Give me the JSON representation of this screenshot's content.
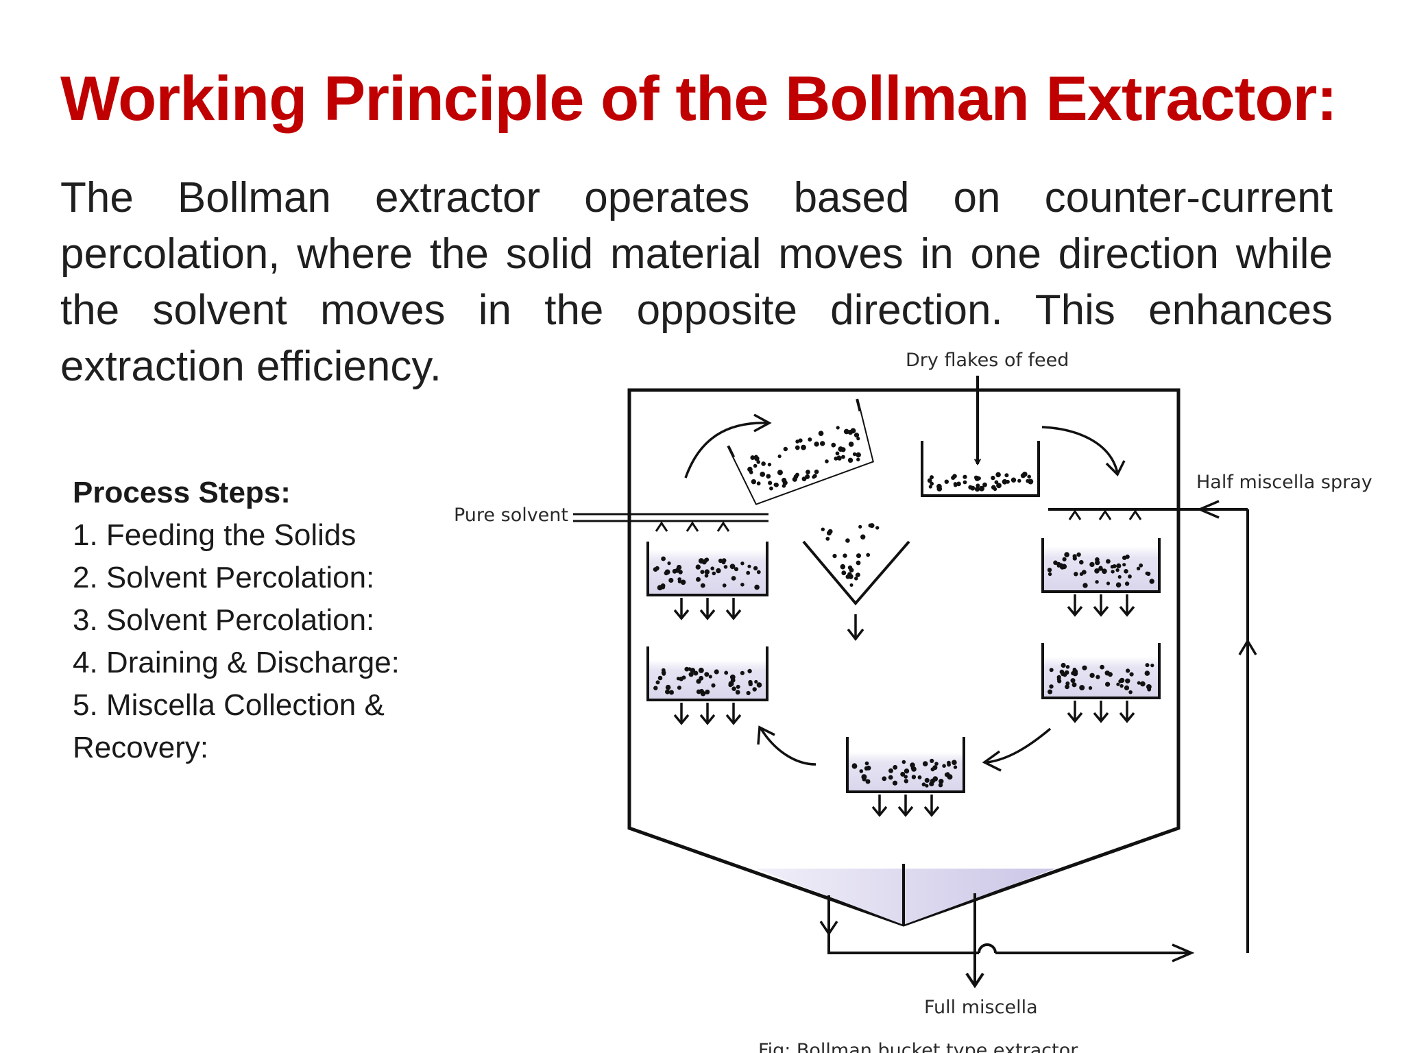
{
  "slide": {
    "title": "Working Principle of the Bollman Extractor:",
    "intro": "The Bollman extractor operates based on counter-current percolation, where the solid material moves in one direction while the solvent moves in the opposite direction. This enhances extraction efficiency."
  },
  "process": {
    "heading": "Process Steps:",
    "steps": [
      "1. Feeding the Solids",
      "2. Solvent Percolation:",
      "3. Solvent Percolation:",
      "4. Draining & Discharge:",
      "5. Miscella Collection & Recovery:"
    ]
  },
  "diagram": {
    "labels": {
      "feed": "Dry flakes of feed",
      "pure_solvent": "Pure solvent",
      "half_miscella": "Half miscella spray",
      "full_miscella": "Full miscella"
    },
    "caption": "Fig: Bollman bucket type extractor",
    "colors": {
      "line": "#111111",
      "liquid": "#d9d6ec",
      "title": "#c00000"
    }
  }
}
